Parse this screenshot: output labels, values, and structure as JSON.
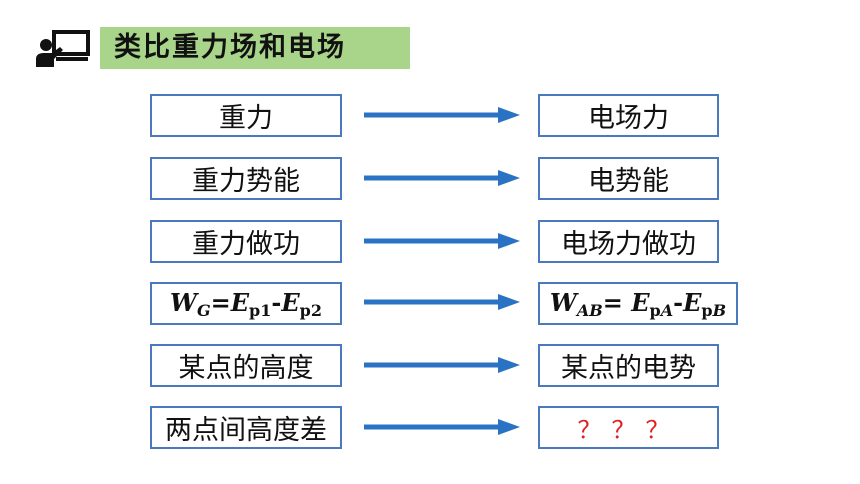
{
  "header": {
    "title": "类比重力场和电场",
    "icon": "teacher-board-icon"
  },
  "rows": [
    {
      "left": "重力",
      "right": "电场力"
    },
    {
      "left": "重力势能",
      "right": "电势能"
    },
    {
      "left": "重力做功",
      "right": "电场力做功"
    },
    {
      "left_formula": {
        "w": "W",
        "w_sub": "G",
        "eq": "=",
        "e1": "E",
        "e1_sub": "p1",
        "minus": "-",
        "e2": "E",
        "e2_sub": "p2"
      },
      "right_formula": {
        "w": "W",
        "w_sub": "AB",
        "eq": "= ",
        "e1": "E",
        "e1_sub_a": "p",
        "e1_sub_b": "A",
        "minus": "-",
        "e2": "E",
        "e2_sub_a": "p",
        "e2_sub_b": "B"
      }
    },
    {
      "left": "某点的高度",
      "right": "某点的电势"
    },
    {
      "left": "两点间高度差",
      "right": "？？？"
    }
  ],
  "colors": {
    "box_border": "#4a7abd",
    "arrow": "#2a73c4",
    "title_bg": "#a8d58a",
    "question": "#e02020"
  }
}
